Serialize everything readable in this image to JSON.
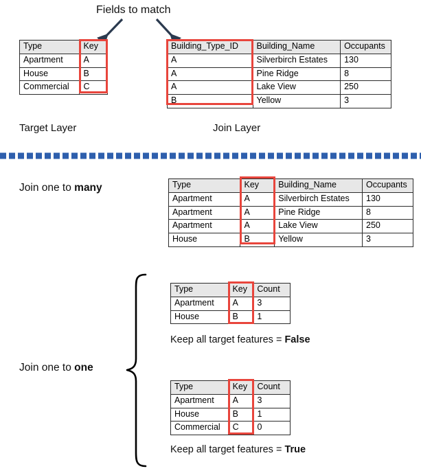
{
  "title_note": "Fields to match",
  "labels": {
    "target_layer": "Target Layer",
    "join_layer": "Join Layer",
    "join_one_to_many_prefix": "Join one to ",
    "join_one_to_many_strong": "many",
    "join_one_to_one_prefix": "Join one to ",
    "join_one_to_one_strong": "one",
    "keep_false_prefix": "Keep all target features = ",
    "keep_false_strong": "False",
    "keep_true_prefix": "Keep all target features = ",
    "keep_true_strong": "True"
  },
  "colors": {
    "highlight_red": "#e8453c",
    "header_gray": "#e7e7e7",
    "border_dark": "#2b2b2b",
    "arrow_navy": "#2b3a4f",
    "divider_blue": "#2e5fad",
    "brace_black": "#000000"
  },
  "target_table": {
    "headers": [
      "Type",
      "Key"
    ],
    "rows": [
      [
        "Apartment",
        "A"
      ],
      [
        "House",
        "B"
      ],
      [
        "Commercial",
        "C"
      ]
    ],
    "highlight_column_index": 1
  },
  "join_table": {
    "headers": [
      "Building_Type_ID",
      "Building_Name",
      "Occupants"
    ],
    "rows": [
      [
        "A",
        "Silverbirch Estates",
        "130"
      ],
      [
        "A",
        "Pine Ridge",
        "8"
      ],
      [
        "A",
        "Lake View",
        "250"
      ],
      [
        "B",
        "Yellow",
        "3"
      ]
    ],
    "highlight_column_index": 0
  },
  "one_to_many_table": {
    "headers": [
      "Type",
      "Key",
      "Building_Name",
      "Occupants"
    ],
    "rows": [
      [
        "Apartment",
        "A",
        "Silverbirch Estates",
        "130"
      ],
      [
        "Apartment",
        "A",
        "Pine Ridge",
        "8"
      ],
      [
        "Apartment",
        "A",
        "Lake View",
        "250"
      ],
      [
        "House",
        "B",
        "Yellow",
        "3"
      ]
    ],
    "highlight_column_index": 1
  },
  "one_to_one_false_table": {
    "headers": [
      "Type",
      "Key",
      "Count"
    ],
    "rows": [
      [
        "Apartment",
        "A",
        "3"
      ],
      [
        "House",
        "B",
        "1"
      ]
    ],
    "highlight_column_index": 1
  },
  "one_to_one_true_table": {
    "headers": [
      "Type",
      "Key",
      "Count"
    ],
    "rows": [
      [
        "Apartment",
        "A",
        "3"
      ],
      [
        "House",
        "B",
        "1"
      ],
      [
        "Commercial",
        "C",
        "0"
      ]
    ],
    "highlight_column_index": 1
  }
}
